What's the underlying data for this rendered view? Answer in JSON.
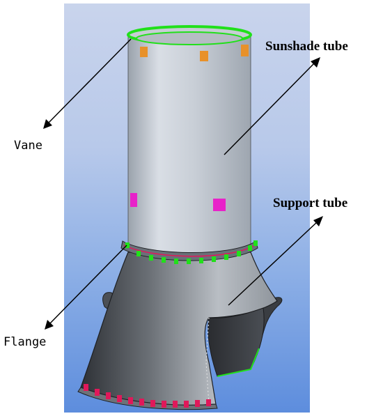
{
  "labels": {
    "sunshade_tube": "Sunshade tube",
    "vane": "Vane",
    "support_tube": "Support tube",
    "flange": "Flange"
  },
  "colors": {
    "viewport_top": "#c9d4ec",
    "viewport_bottom": "#5d8ddd",
    "tube_body": "#c5ccd6",
    "support_body": "#8d9298",
    "vane_marker": "#e8912a",
    "pad_marker": "#e822c9",
    "flange_green": "#21e01a",
    "rim_red": "#e0185a",
    "arrow": "#000000"
  }
}
